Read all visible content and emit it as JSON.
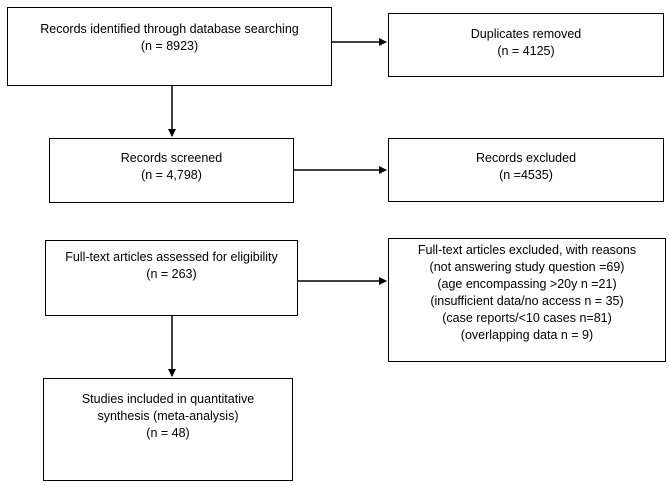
{
  "boxes": {
    "identified": {
      "lines": [
        "Records identified through database searching",
        "(n = 8923)"
      ]
    },
    "duplicates": {
      "lines": [
        "Duplicates removed",
        "(n =  4125)"
      ]
    },
    "screened": {
      "lines": [
        "Records screened",
        "(n = 4,798)"
      ]
    },
    "excluded": {
      "lines": [
        "Records excluded",
        "(n =4535)"
      ]
    },
    "fulltext": {
      "lines": [
        "Full-text articles assessed for eligibility",
        "(n = 263)"
      ]
    },
    "fulltext_excluded": {
      "lines": [
        "Full-text articles excluded, with reasons",
        "(not answering study question =69)",
        "(age encompassing >20y  n =21)",
        "(insufficient data/no access n = 35)",
        "(case reports/<10 cases n=81)",
        "(overlapping data n = 9)"
      ]
    },
    "included": {
      "lines": [
        "Studies included in quantitative",
        "synthesis (meta-analysis)",
        "(n =  48)"
      ]
    }
  }
}
